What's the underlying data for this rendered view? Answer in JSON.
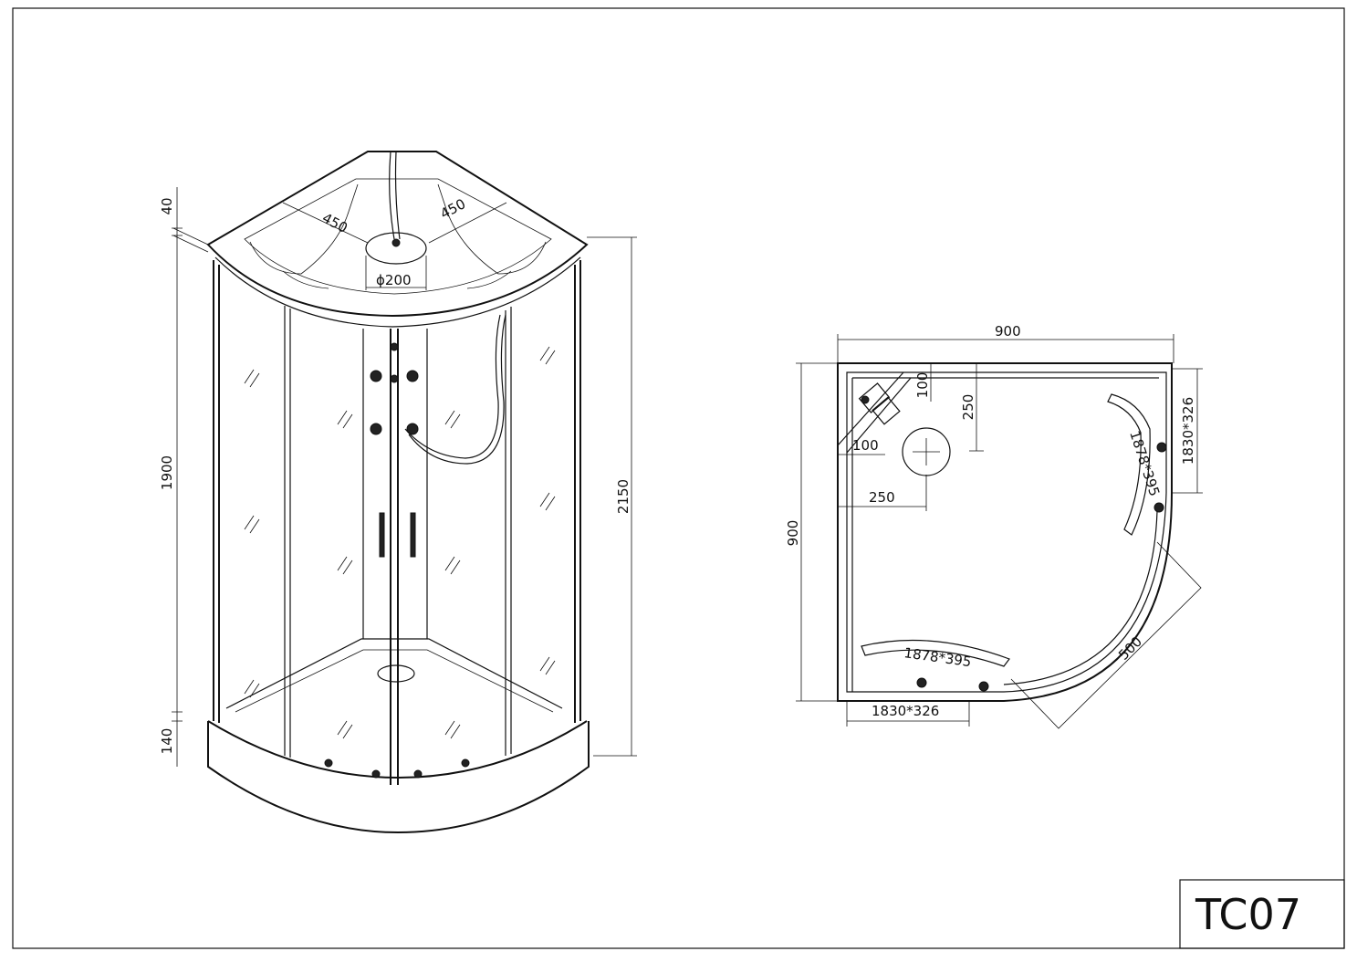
{
  "drawing": {
    "model_code": "TC07",
    "elevation": {
      "dim_top_ring": "40",
      "dim_panel_height": "1900",
      "dim_tray_height": "140",
      "dim_total_height": "2150",
      "dim_roof_left": "450",
      "dim_roof_right": "450",
      "dim_shower_head": "ϕ200"
    },
    "plan": {
      "dim_width": "900",
      "dim_depth": "900",
      "dim_head_offset_y": "250",
      "dim_head_offset_x": "250",
      "dim_corner_y": "100",
      "dim_corner_x": "100",
      "dim_door_radius": "500",
      "dim_fixed_glass_right": "1830*326",
      "dim_fixed_glass_bottom": "1830*326",
      "dim_door_glass_right": "1878*395",
      "dim_door_glass_bottom": "1878*395"
    }
  }
}
